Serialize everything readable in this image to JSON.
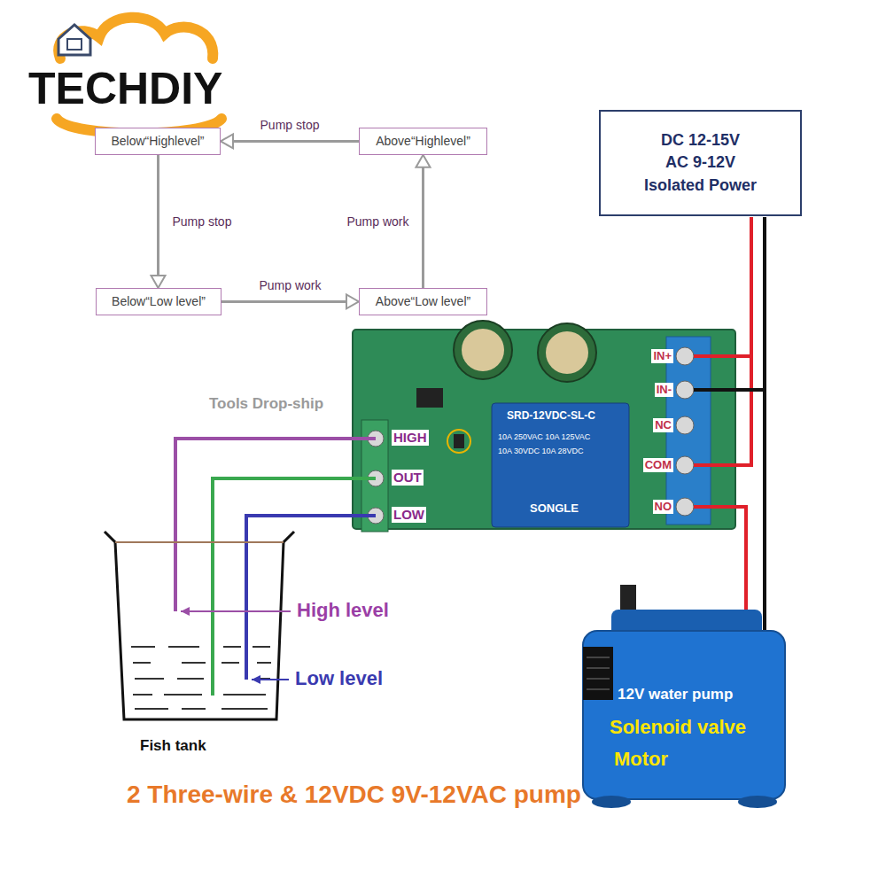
{
  "diagram": {
    "caption": "2 Three-wire & 12VDC 9V-12VAC pump",
    "nodes": [
      {
        "text": [
          "Below“Highlevel”"
        ]
      },
      {
        "text": [
          "Above“Highlevel”"
        ]
      },
      {
        "text": [
          "DC 12-15V",
          "AC 9-12V",
          "Isolated Power"
        ]
      },
      {
        "text": [
          "Below“Low level”"
        ]
      },
      {
        "text": [
          "Above“Low level”"
        ]
      }
    ],
    "edges": [
      {
        "from": 1,
        "to": 0,
        "label": "Pump stop",
        "arrow": "to"
      },
      {
        "from": 0,
        "to": 3,
        "label": "Pump stop",
        "arrow": "to"
      },
      {
        "from": 3,
        "to": 4,
        "label": "Pump work",
        "arrow": "to"
      },
      {
        "from": 4,
        "to": 1,
        "label": "Pump work",
        "arrow": "to"
      }
    ],
    "labels": [
      "TECHDIY",
      "Tools Drop-ship",
      "HIGH",
      "OUT",
      "LOW",
      "IN+",
      "IN-",
      "NC",
      "COM",
      "NO",
      "SRD-12VDC-SL-C",
      "10A 250VAC 10A 125VAC",
      "10A 30VDC 10A 28VDC",
      "SONGLE",
      "High level",
      "Low level",
      "Fish tank",
      "12V water pump",
      "Solenoid valve",
      "Motor"
    ]
  }
}
